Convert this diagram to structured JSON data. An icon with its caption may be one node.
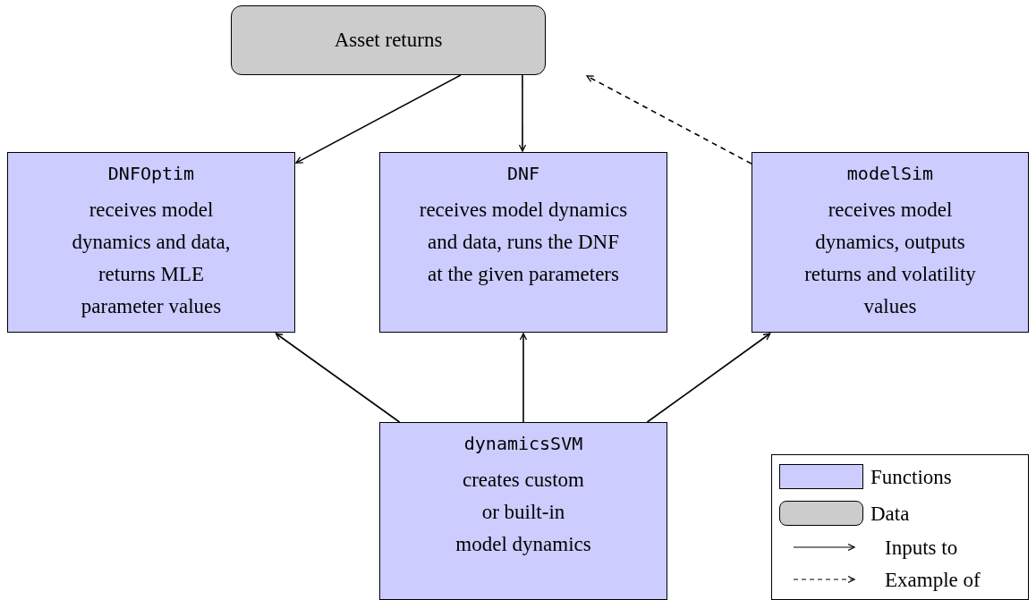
{
  "diagram": {
    "nodes": [
      {
        "text": [
          "Asset returns"
        ]
      },
      {
        "text": [
          "DNFOptim",
          "receives model dynamics and data, returns MLE parameter values"
        ]
      },
      {
        "text": [
          "DNF",
          "receives model dynamics and data, runs the DNF at the given parameters"
        ]
      },
      {
        "text": [
          "modelSim",
          "receives model dynamics, outputs returns and volatility values"
        ]
      },
      {
        "text": [
          "dynamicsSVM",
          "creates custom or built-in model dynamics"
        ]
      }
    ],
    "edges": [
      {
        "from": 0,
        "to": 1,
        "arrow": "to"
      },
      {
        "from": 0,
        "to": 2,
        "arrow": "to"
      },
      {
        "from": 3,
        "to": 0,
        "arrow": "to",
        "style": "dashed"
      },
      {
        "from": 4,
        "to": 1,
        "arrow": "to"
      },
      {
        "from": 4,
        "to": 2,
        "arrow": "to"
      },
      {
        "from": 4,
        "to": 3,
        "arrow": "to"
      }
    ],
    "legend": [
      {
        "text": "Functions",
        "color": "#ccccff"
      },
      {
        "text": "Data",
        "color": "#cccccc"
      },
      {
        "text": "Inputs to"
      },
      {
        "text": "Example of"
      }
    ]
  }
}
